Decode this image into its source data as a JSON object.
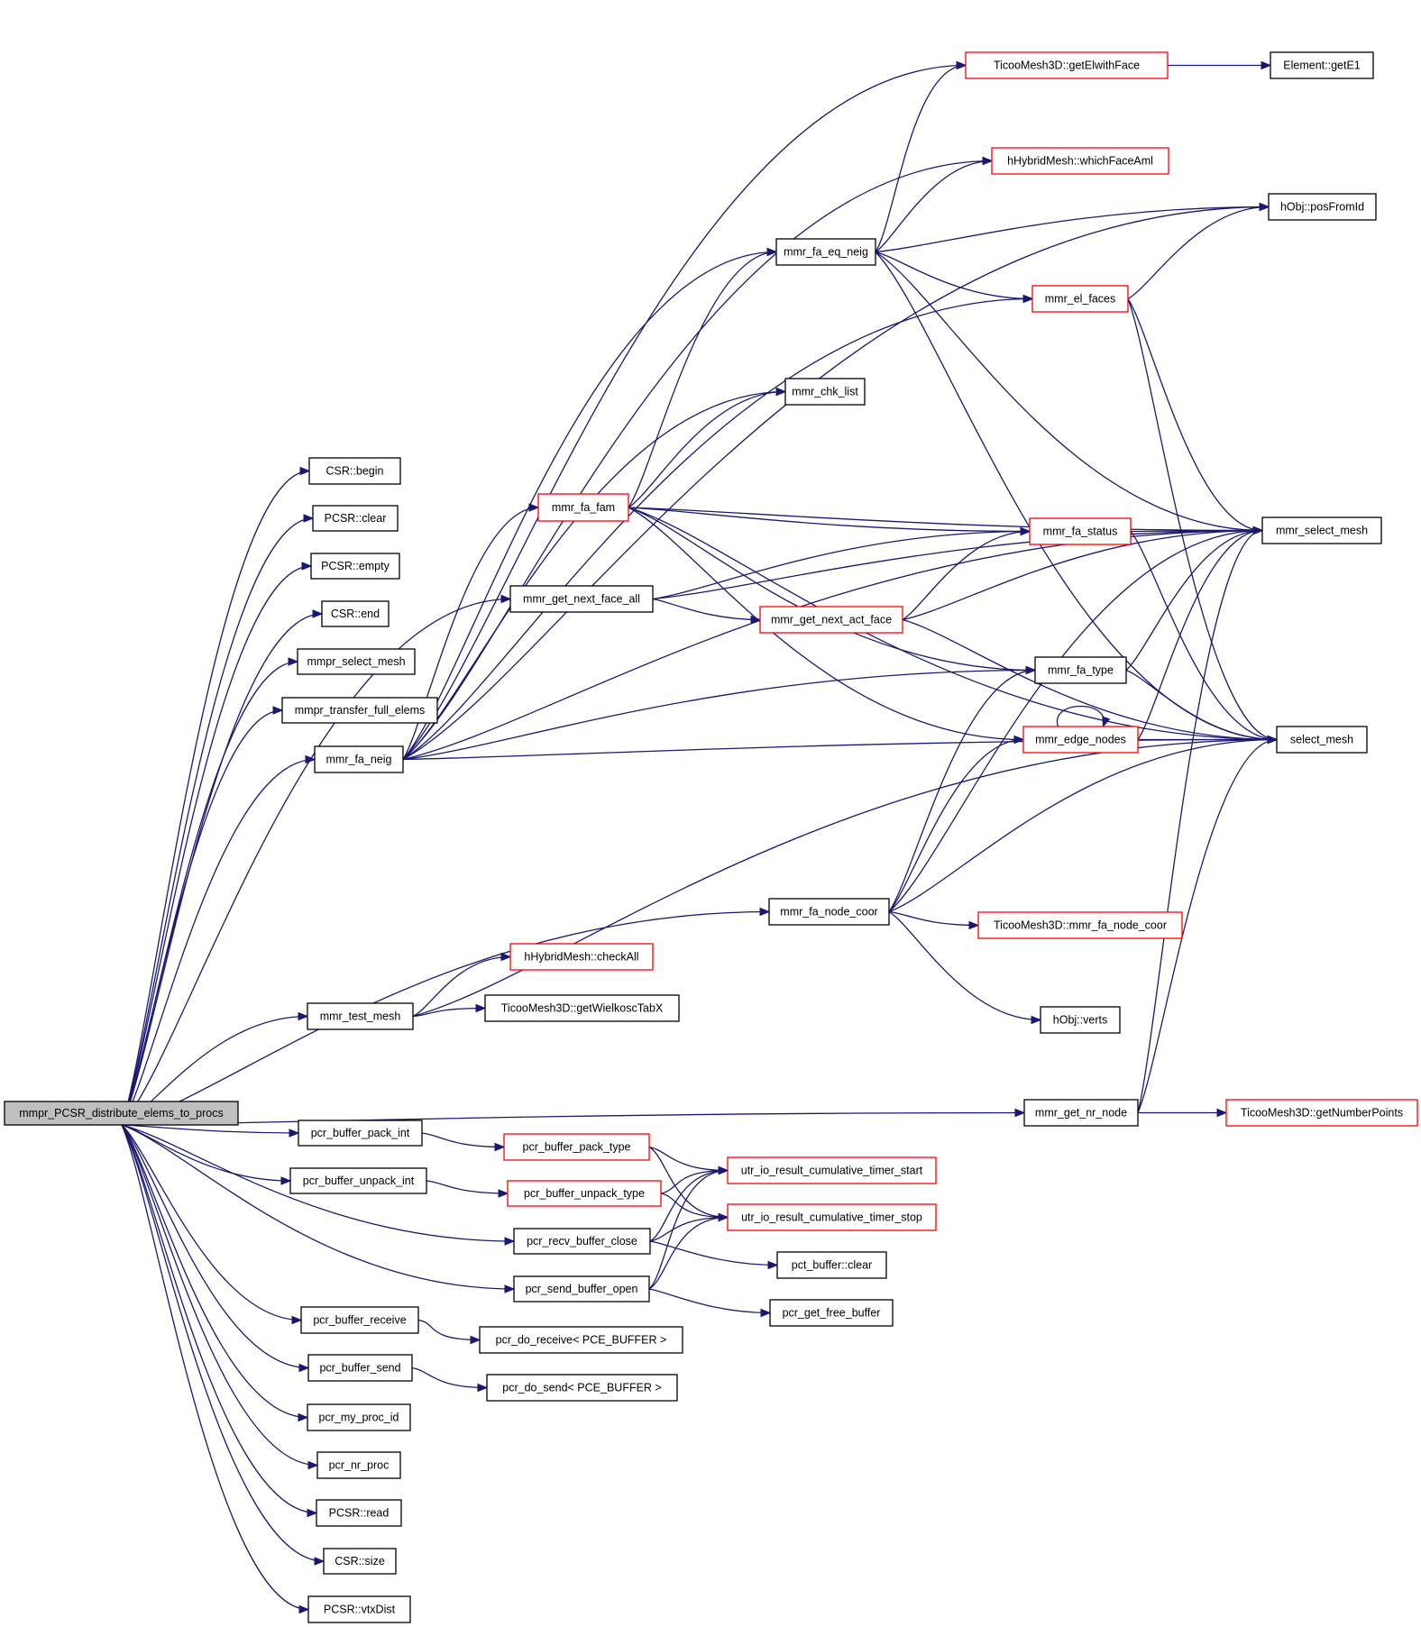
{
  "colors": {
    "edge": "#191970",
    "red_border": "#ff0000",
    "root_fill": "#bfbfbf"
  },
  "nodes": [
    {
      "id": "root",
      "label": "mmpr_PCSR_distribute_elems_to_procs",
      "style": "root"
    },
    {
      "id": "csr_begin",
      "label": "CSR::begin",
      "style": "black"
    },
    {
      "id": "pcsr_clear",
      "label": "PCSR::clear",
      "style": "black"
    },
    {
      "id": "pcsr_empty",
      "label": "PCSR::empty",
      "style": "black"
    },
    {
      "id": "csr_end",
      "label": "CSR::end",
      "style": "black"
    },
    {
      "id": "mmpr_select_mesh",
      "label": "mmpr_select_mesh",
      "style": "black"
    },
    {
      "id": "mmpr_transfer",
      "label": "mmpr_transfer_full_elems",
      "style": "black"
    },
    {
      "id": "mmr_fa_neig",
      "label": "mmr_fa_neig",
      "style": "black"
    },
    {
      "id": "mmr_test_mesh",
      "label": "mmr_test_mesh",
      "style": "black"
    },
    {
      "id": "pcr_buffer_pack_int",
      "label": "pcr_buffer_pack_int",
      "style": "black"
    },
    {
      "id": "pcr_buffer_unpack_int",
      "label": "pcr_buffer_unpack_int",
      "style": "black"
    },
    {
      "id": "pcr_buffer_receive",
      "label": "pcr_buffer_receive",
      "style": "black"
    },
    {
      "id": "pcr_buffer_send",
      "label": "pcr_buffer_send",
      "style": "black"
    },
    {
      "id": "pcr_my_proc_id",
      "label": "pcr_my_proc_id",
      "style": "black"
    },
    {
      "id": "pcr_nr_proc",
      "label": "pcr_nr_proc",
      "style": "black"
    },
    {
      "id": "pcsr_read",
      "label": "PCSR::read",
      "style": "black"
    },
    {
      "id": "csr_size",
      "label": "CSR::size",
      "style": "black"
    },
    {
      "id": "pcsr_vtxdist",
      "label": "PCSR::vtxDist",
      "style": "black"
    },
    {
      "id": "mmr_fa_fam",
      "label": "mmr_fa_fam",
      "style": "red"
    },
    {
      "id": "mmr_get_next_face_all",
      "label": "mmr_get_next_face_all",
      "style": "black"
    },
    {
      "id": "hhm_checkall",
      "label": "hHybridMesh::checkAll",
      "style": "red"
    },
    {
      "id": "ticoo_getwielkosc",
      "label": "TicooMesh3D::getWielkoscTabX",
      "style": "black"
    },
    {
      "id": "pcr_buffer_pack_type",
      "label": "pcr_buffer_pack_type",
      "style": "red"
    },
    {
      "id": "pcr_buffer_unpack_type",
      "label": "pcr_buffer_unpack_type",
      "style": "red"
    },
    {
      "id": "pcr_recv_buffer_close",
      "label": "pcr_recv_buffer_close",
      "style": "black"
    },
    {
      "id": "pcr_send_buffer_open",
      "label": "pcr_send_buffer_open",
      "style": "black"
    },
    {
      "id": "pcr_do_receive",
      "label": "pcr_do_receive< PCE_BUFFER >",
      "style": "black"
    },
    {
      "id": "pcr_do_send",
      "label": "pcr_do_send< PCE_BUFFER >",
      "style": "black"
    },
    {
      "id": "mmr_fa_eq_neig",
      "label": "mmr_fa_eq_neig",
      "style": "black"
    },
    {
      "id": "mmr_chk_list",
      "label": "mmr_chk_list",
      "style": "black"
    },
    {
      "id": "mmr_get_next_act_face",
      "label": "mmr_get_next_act_face",
      "style": "red"
    },
    {
      "id": "mmr_fa_node_coor",
      "label": "mmr_fa_node_coor",
      "style": "black"
    },
    {
      "id": "utr_start",
      "label": "utr_io_result_cumulative_timer_start",
      "style": "red"
    },
    {
      "id": "utr_stop",
      "label": "utr_io_result_cumulative_timer_stop",
      "style": "red"
    },
    {
      "id": "pct_buffer_clear",
      "label": "pct_buffer::clear",
      "style": "black"
    },
    {
      "id": "pcr_get_free_buffer",
      "label": "pcr_get_free_buffer",
      "style": "black"
    },
    {
      "id": "ticoo_getelwithface",
      "label": "TicooMesh3D::getElwithFace",
      "style": "red"
    },
    {
      "id": "hhm_whichface",
      "label": "hHybridMesh::whichFaceAml",
      "style": "red"
    },
    {
      "id": "mmr_el_faces",
      "label": "mmr_el_faces",
      "style": "red"
    },
    {
      "id": "mmr_fa_status",
      "label": "mmr_fa_status",
      "style": "red"
    },
    {
      "id": "mmr_fa_type",
      "label": "mmr_fa_type",
      "style": "black"
    },
    {
      "id": "mmr_edge_nodes",
      "label": "mmr_edge_nodes",
      "style": "red"
    },
    {
      "id": "ticoo_mmr_fa_node_coor",
      "label": "TicooMesh3D::mmr_fa_node_coor",
      "style": "red"
    },
    {
      "id": "hobj_verts",
      "label": "hObj::verts",
      "style": "black"
    },
    {
      "id": "mmr_get_nr_node",
      "label": "mmr_get_nr_node",
      "style": "black"
    },
    {
      "id": "element_gete1",
      "label": "Element::getE1",
      "style": "black"
    },
    {
      "id": "hobj_posfromid",
      "label": "hObj::posFromId",
      "style": "black"
    },
    {
      "id": "mmr_select_mesh",
      "label": "mmr_select_mesh",
      "style": "black"
    },
    {
      "id": "select_mesh",
      "label": "select_mesh",
      "style": "black"
    },
    {
      "id": "ticoo_getnumberpoints",
      "label": "TicooMesh3D::getNumberPoints",
      "style": "red"
    }
  ],
  "edges": [
    [
      "root",
      "csr_begin"
    ],
    [
      "root",
      "pcsr_clear"
    ],
    [
      "root",
      "pcsr_empty"
    ],
    [
      "root",
      "csr_end"
    ],
    [
      "root",
      "mmpr_select_mesh"
    ],
    [
      "root",
      "mmpr_transfer"
    ],
    [
      "root",
      "mmr_fa_neig"
    ],
    [
      "root",
      "mmr_get_next_face_all"
    ],
    [
      "root",
      "mmr_fa_node_coor"
    ],
    [
      "root",
      "mmr_test_mesh"
    ],
    [
      "root",
      "mmr_get_nr_node"
    ],
    [
      "root",
      "pcr_buffer_pack_int"
    ],
    [
      "root",
      "pcr_buffer_unpack_int"
    ],
    [
      "root",
      "pcr_recv_buffer_close"
    ],
    [
      "root",
      "pcr_send_buffer_open"
    ],
    [
      "root",
      "pcr_buffer_receive"
    ],
    [
      "root",
      "pcr_buffer_send"
    ],
    [
      "root",
      "pcr_my_proc_id"
    ],
    [
      "root",
      "pcr_nr_proc"
    ],
    [
      "root",
      "pcsr_read"
    ],
    [
      "root",
      "csr_size"
    ],
    [
      "root",
      "pcsr_vtxdist"
    ],
    [
      "mmr_fa_neig",
      "ticoo_getelwithface"
    ],
    [
      "mmr_fa_neig",
      "hobj_posfromid"
    ],
    [
      "mmr_fa_neig",
      "hhm_whichface"
    ],
    [
      "mmr_fa_neig",
      "mmr_fa_eq_neig"
    ],
    [
      "mmr_fa_neig",
      "mmr_el_faces"
    ],
    [
      "mmr_fa_neig",
      "mmr_select_mesh"
    ],
    [
      "mmr_fa_neig",
      "mmr_chk_list"
    ],
    [
      "mmr_fa_neig",
      "mmr_fa_fam"
    ],
    [
      "mmr_fa_neig",
      "mmr_fa_type"
    ],
    [
      "mmr_fa_neig",
      "select_mesh"
    ],
    [
      "mmr_fa_fam",
      "mmr_fa_eq_neig"
    ],
    [
      "mmr_fa_fam",
      "mmr_chk_list"
    ],
    [
      "mmr_fa_fam",
      "mmr_select_mesh"
    ],
    [
      "mmr_fa_fam",
      "mmr_fa_status"
    ],
    [
      "mmr_fa_fam",
      "mmr_fa_type"
    ],
    [
      "mmr_fa_fam",
      "mmr_edge_nodes"
    ],
    [
      "mmr_fa_fam",
      "select_mesh"
    ],
    [
      "mmr_get_next_face_all",
      "mmr_select_mesh"
    ],
    [
      "mmr_get_next_face_all",
      "mmr_fa_status"
    ],
    [
      "mmr_get_next_face_all",
      "mmr_get_next_act_face"
    ],
    [
      "mmr_get_next_act_face",
      "mmr_fa_status"
    ],
    [
      "mmr_get_next_act_face",
      "mmr_select_mesh"
    ],
    [
      "mmr_get_next_act_face",
      "select_mesh"
    ],
    [
      "mmr_fa_eq_neig",
      "ticoo_getelwithface"
    ],
    [
      "mmr_fa_eq_neig",
      "hhm_whichface"
    ],
    [
      "mmr_fa_eq_neig",
      "hobj_posfromid"
    ],
    [
      "mmr_fa_eq_neig",
      "mmr_el_faces"
    ],
    [
      "mmr_fa_eq_neig",
      "mmr_select_mesh"
    ],
    [
      "mmr_fa_eq_neig",
      "select_mesh"
    ],
    [
      "ticoo_getelwithface",
      "element_gete1"
    ],
    [
      "mmr_el_faces",
      "hobj_posfromid"
    ],
    [
      "mmr_el_faces",
      "mmr_select_mesh"
    ],
    [
      "mmr_el_faces",
      "select_mesh"
    ],
    [
      "mmr_fa_status",
      "mmr_select_mesh"
    ],
    [
      "mmr_fa_status",
      "select_mesh"
    ],
    [
      "mmr_fa_type",
      "mmr_select_mesh"
    ],
    [
      "mmr_fa_type",
      "select_mesh"
    ],
    [
      "mmr_edge_nodes",
      "mmr_edge_nodes"
    ],
    [
      "mmr_edge_nodes",
      "mmr_select_mesh"
    ],
    [
      "mmr_edge_nodes",
      "select_mesh"
    ],
    [
      "mmr_fa_node_coor",
      "mmr_fa_type"
    ],
    [
      "mmr_fa_node_coor",
      "mmr_edge_nodes"
    ],
    [
      "mmr_fa_node_coor",
      "mmr_select_mesh"
    ],
    [
      "mmr_fa_node_coor",
      "select_mesh"
    ],
    [
      "mmr_fa_node_coor",
      "ticoo_mmr_fa_node_coor"
    ],
    [
      "mmr_fa_node_coor",
      "hobj_verts"
    ],
    [
      "mmr_test_mesh",
      "hhm_checkall"
    ],
    [
      "mmr_test_mesh",
      "ticoo_getwielkosc"
    ],
    [
      "mmr_test_mesh",
      "select_mesh"
    ],
    [
      "mmr_get_nr_node",
      "mmr_select_mesh"
    ],
    [
      "mmr_get_nr_node",
      "select_mesh"
    ],
    [
      "mmr_get_nr_node",
      "ticoo_getnumberpoints"
    ],
    [
      "pcr_buffer_pack_int",
      "pcr_buffer_pack_type"
    ],
    [
      "pcr_buffer_unpack_int",
      "pcr_buffer_unpack_type"
    ],
    [
      "pcr_buffer_pack_type",
      "utr_start"
    ],
    [
      "pcr_buffer_pack_type",
      "utr_stop"
    ],
    [
      "pcr_buffer_unpack_type",
      "utr_start"
    ],
    [
      "pcr_buffer_unpack_type",
      "utr_stop"
    ],
    [
      "pcr_recv_buffer_close",
      "utr_start"
    ],
    [
      "pcr_recv_buffer_close",
      "utr_stop"
    ],
    [
      "pcr_recv_buffer_close",
      "pct_buffer_clear"
    ],
    [
      "pcr_send_buffer_open",
      "utr_start"
    ],
    [
      "pcr_send_buffer_open",
      "utr_stop"
    ],
    [
      "pcr_send_buffer_open",
      "pcr_get_free_buffer"
    ],
    [
      "pcr_buffer_receive",
      "pcr_do_receive"
    ],
    [
      "pcr_buffer_send",
      "pcr_do_send"
    ]
  ]
}
